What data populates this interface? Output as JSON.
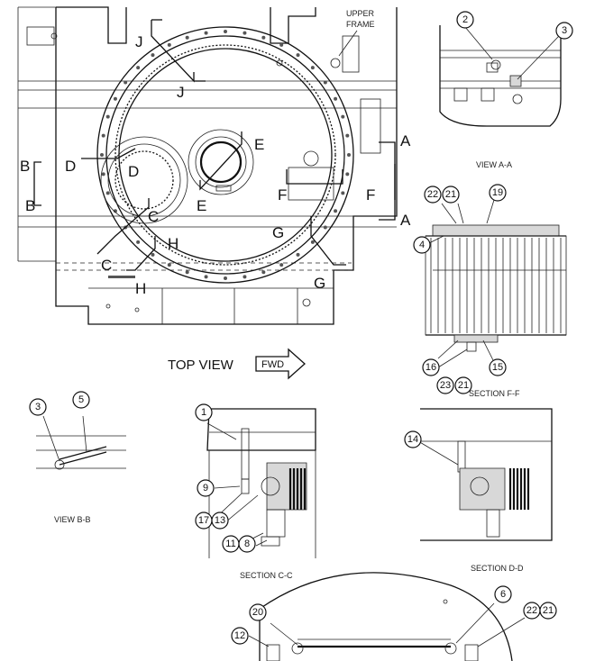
{
  "labels": {
    "upper_frame_1": "UPPER",
    "upper_frame_2": "FRAME",
    "top_view": "TOP VIEW",
    "fwd": "FWD",
    "view_aa": "VIEW A-A",
    "section_ff": "SECTION F-F",
    "view_bb": "VIEW B-B",
    "section_cc": "SECTION C-C",
    "section_dd": "SECTION D-D"
  },
  "section_letters": {
    "a1": "A",
    "a2": "A",
    "b1": "B",
    "b2": "B",
    "c1": "C",
    "c2": "C",
    "d1": "D",
    "d2": "D",
    "e1": "E",
    "e2": "E",
    "f1": "F",
    "f2": "F",
    "g1": "G",
    "g2": "G",
    "h1": "H",
    "h2": "H",
    "j1": "J",
    "j2": "J"
  },
  "callouts": {
    "aa_2": "2",
    "aa_3": "3",
    "ff_22": "22",
    "ff_21a": "21",
    "ff_19": "19",
    "ff_4": "4",
    "ff_16": "16",
    "ff_15": "15",
    "ff_23": "23",
    "ff_21b": "21",
    "bb_3": "3",
    "bb_5": "5",
    "cc_1": "1",
    "cc_9": "9",
    "cc_17": "17",
    "cc_13": "13",
    "cc_11": "11",
    "cc_8": "8",
    "dd_14": "14",
    "bt_20": "20",
    "bt_6": "6",
    "bt_22": "22",
    "bt_21": "21",
    "bt_12": "12"
  }
}
